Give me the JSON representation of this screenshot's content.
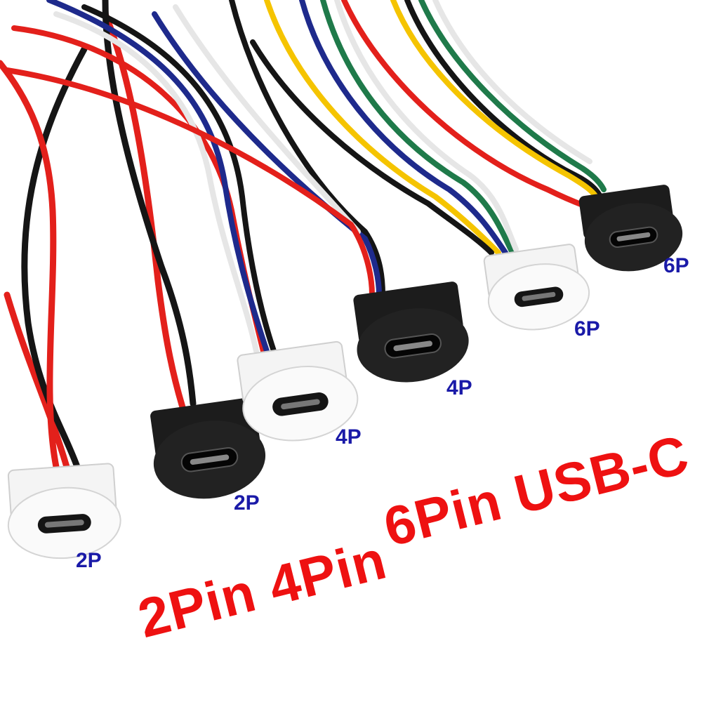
{
  "headline": {
    "line1": "2Pin 4Pin",
    "line2": "6Pin USB-C"
  },
  "connectors": [
    {
      "id": "white-2p",
      "label": "2P",
      "body_color": "#f4f4f4"
    },
    {
      "id": "black-2p",
      "label": "2P",
      "body_color": "#1c1c1c"
    },
    {
      "id": "white-4p",
      "label": "4P",
      "body_color": "#f4f4f4"
    },
    {
      "id": "black-4p",
      "label": "4P",
      "body_color": "#1c1c1c"
    },
    {
      "id": "white-6p",
      "label": "6P",
      "body_color": "#f4f4f4"
    },
    {
      "id": "black-6p",
      "label": "6P",
      "body_color": "#1c1c1c"
    }
  ],
  "wire_colors": {
    "red": "#e3201b",
    "black": "#151515",
    "white": "#f2f2f2",
    "blue": "#1e2a8c",
    "yellow": "#f5c400",
    "green": "#1f7a4a"
  },
  "colors": {
    "label": "#1a1aa8",
    "headline": "#ee1111"
  }
}
